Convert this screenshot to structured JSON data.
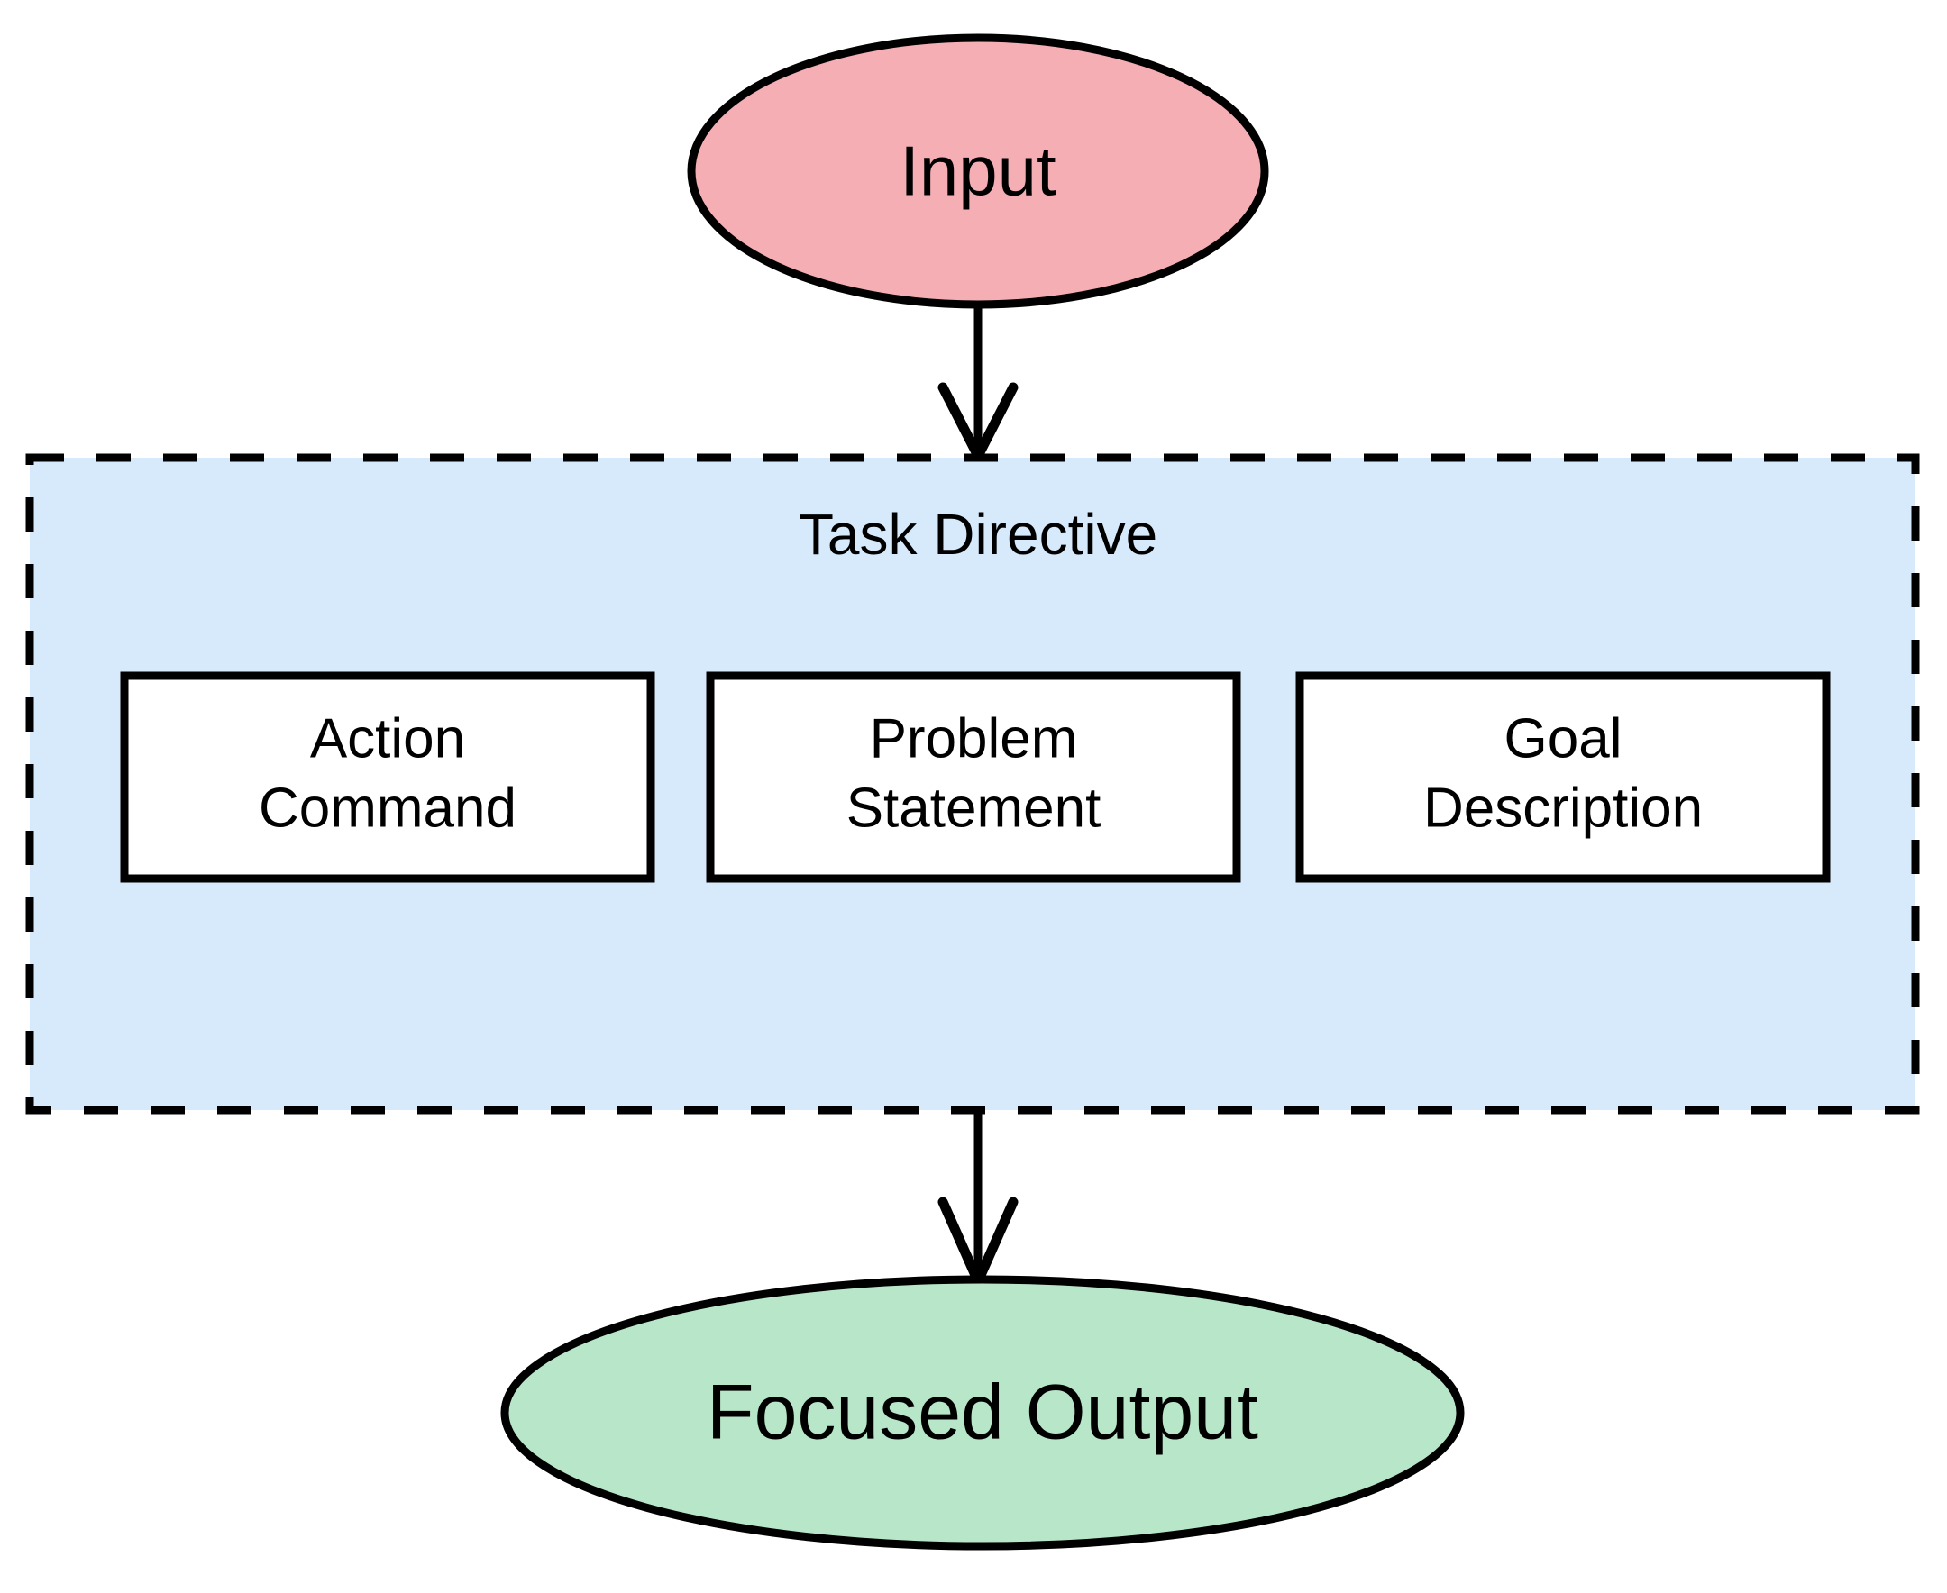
{
  "diagram": {
    "type": "flowchart",
    "orientation": "top-to-bottom",
    "background_color": "#ffffff",
    "input_node": {
      "label": "Input",
      "shape": "ellipse",
      "fill_color": "#F4AEB4",
      "stroke_color": "#000000"
    },
    "group": {
      "title": "Task Directive",
      "shape": "dashed-rectangle",
      "fill_color": "#D7EAFB",
      "stroke_color": "#000000",
      "border_style": "dashed",
      "components": [
        {
          "line1": "Action",
          "line2": "Command"
        },
        {
          "line1": "Problem",
          "line2": "Statement"
        },
        {
          "line1": "Goal",
          "line2": "Description"
        }
      ]
    },
    "output_node": {
      "label": "Focused Output",
      "shape": "ellipse",
      "fill_color": "#B8E6C8",
      "stroke_color": "#000000"
    },
    "edges": [
      {
        "from": "Input",
        "to": "Task Directive",
        "arrow": "open-vee"
      },
      {
        "from": "Task Directive",
        "to": "Focused Output",
        "arrow": "open-vee"
      }
    ]
  }
}
